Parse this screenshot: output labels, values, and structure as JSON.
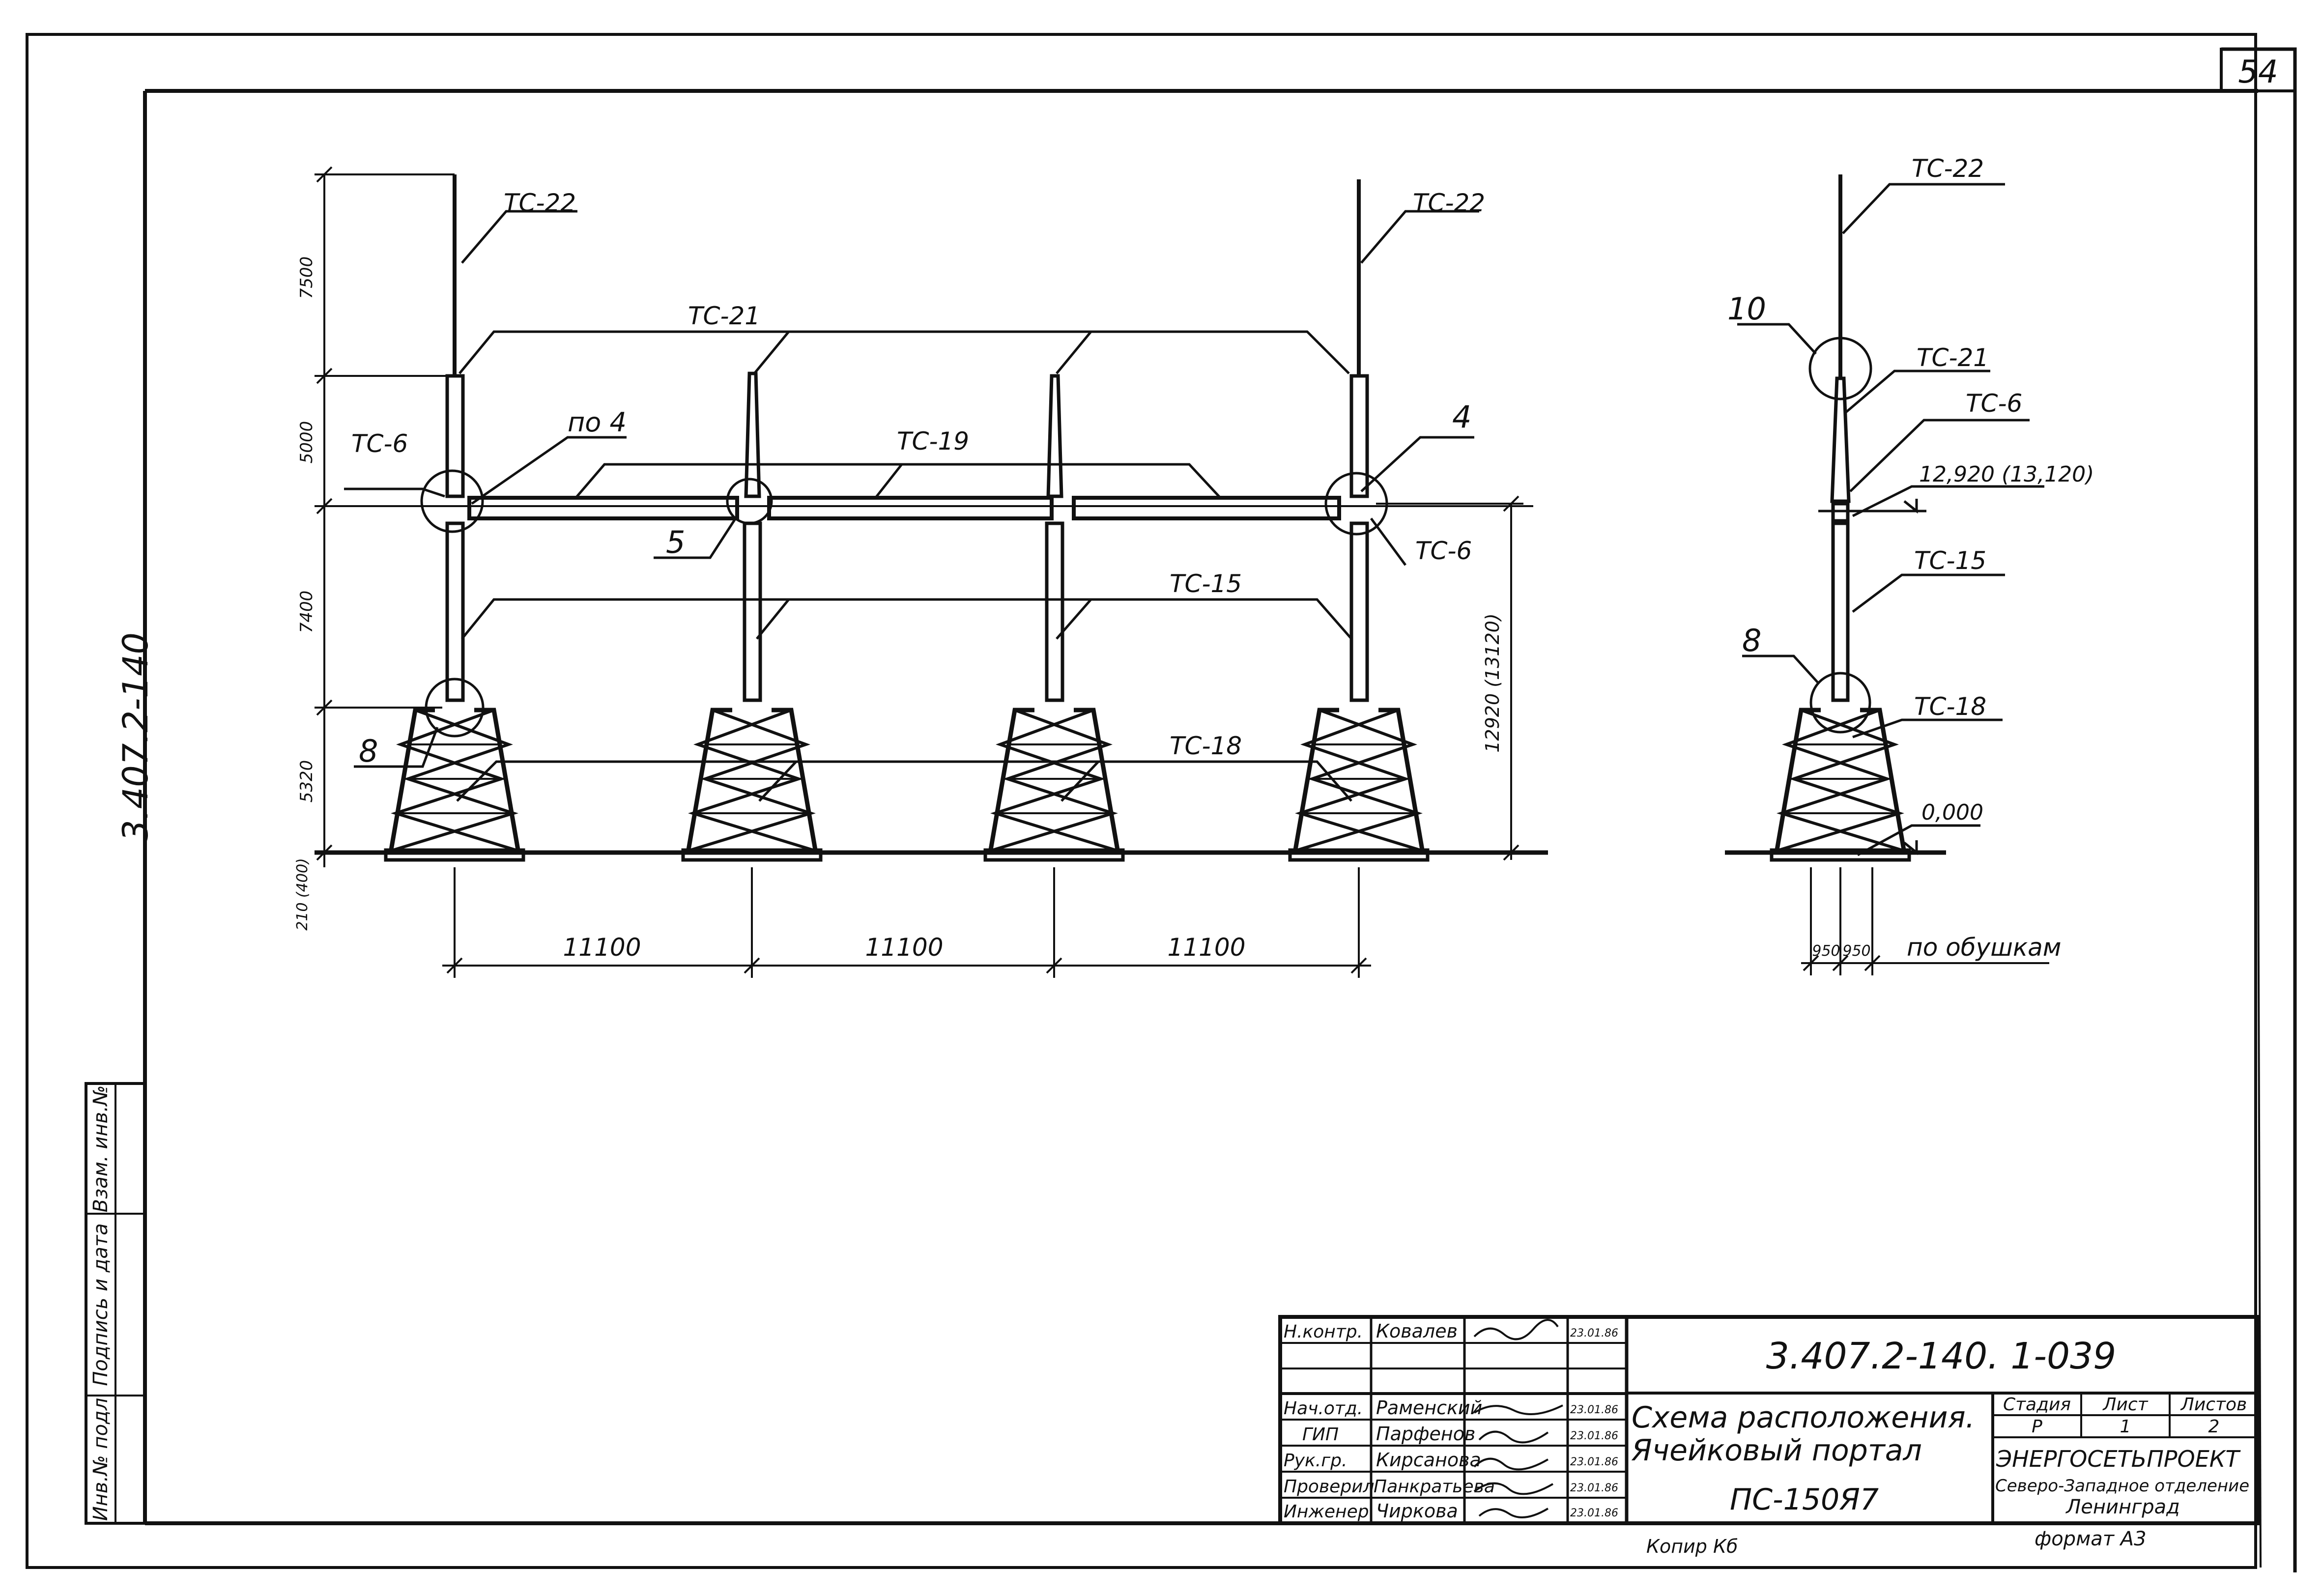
{
  "sheet": {
    "number": "54",
    "side_code": "3.407.2-140",
    "format": "формат А3",
    "copied": "Копир Кб"
  },
  "side_stamp": {
    "cells": [
      "Инв.№ подл",
      "Подпись и дата",
      "Взам. инв.№"
    ]
  },
  "front_view": {
    "members": {
      "mast": "ТС-22",
      "top_column": "ТС-21",
      "beam": "ТС-19",
      "mid_column": "ТС-15",
      "base": "ТС-18",
      "node": "ТС-6"
    },
    "callouts": {
      "node_4_each": "по 4",
      "node_4": "4",
      "node_5": "5",
      "node_8": "8"
    },
    "vertical_dims": [
      "7500",
      "5000",
      "7400",
      "5320",
      "210 (400)"
    ],
    "height_dim": "12920 (13120)",
    "spans": [
      "11100",
      "11100",
      "11100"
    ]
  },
  "side_view": {
    "members": {
      "mast": "ТС-22",
      "top_column": "ТС-21",
      "node": "ТС-6",
      "mid_column": "ТС-15",
      "base": "ТС-18"
    },
    "callouts": {
      "node_10": "10",
      "node_8": "8"
    },
    "beam_level": "12,920 (13,120)",
    "ground_level": "0,000",
    "base_dims": [
      "950",
      "950"
    ],
    "base_note": "по обушкам"
  },
  "title_block": {
    "code": "3.407.2-140. 1-039",
    "title_line1": "Схема расположения.",
    "title_line2": "Ячейковый портал",
    "title_line3": "ПС-150Я7",
    "people": [
      {
        "role": "Н.контр.",
        "name": "Ковалев",
        "date": "23.01.86"
      },
      {
        "role": "",
        "name": "",
        "date": ""
      },
      {
        "role": "Нач.отд.",
        "name": "Раменский",
        "date": "23.01.86"
      },
      {
        "role": "ГИП",
        "name": "Парфенов",
        "date": "23.01.86"
      },
      {
        "role": "Рук.гр.",
        "name": "Кирсанова",
        "date": "23.01.86"
      },
      {
        "role": "Проверил",
        "name": "Панкратьева",
        "date": "23.01.86"
      },
      {
        "role": "Инженер",
        "name": "Чиркова",
        "date": "23.01.86"
      }
    ],
    "stage_header": "Стадия",
    "sheet_header": "Лист",
    "sheets_header": "Листов",
    "stage_value": "Р",
    "sheet_value": "1",
    "sheets_value": "2",
    "org_line1": "ЭНЕРГОСЕТЬПРОЕКТ",
    "org_line2": "Северо-Западное отделение",
    "org_line3": "Ленинград"
  }
}
